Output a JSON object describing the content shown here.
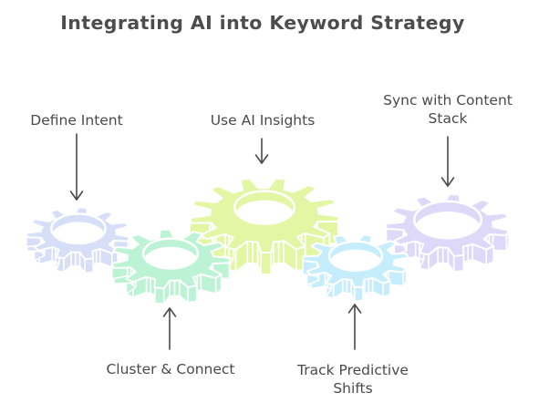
{
  "title": "Integrating AI into Keyword Strategy",
  "colors": {
    "background": "#ffffff",
    "title_text": "#4d4d4d",
    "label_text": "#4a4a4a",
    "arrow": "#4a4a4a",
    "gear_outline": "#ffffff"
  },
  "gears": [
    {
      "id": "define-intent",
      "label": "Define Intent",
      "icon": "gear-icon",
      "color": "#d6def8",
      "label_position": "top",
      "arrow_direction": "down"
    },
    {
      "id": "use-ai-insights",
      "label": "Use AI Insights",
      "icon": "gear-icon",
      "color": "#e3f6a4",
      "label_position": "top",
      "arrow_direction": "down"
    },
    {
      "id": "sync-with-content-stack",
      "label": "Sync with Content Stack",
      "icon": "gear-icon",
      "color": "#ded9f8",
      "label_position": "top",
      "arrow_direction": "down"
    },
    {
      "id": "cluster-and-connect",
      "label": "Cluster & Connect",
      "icon": "gear-icon",
      "color": "#bcf3d4",
      "label_position": "bottom",
      "arrow_direction": "up"
    },
    {
      "id": "track-predictive-shifts",
      "label": "Track Predictive Shifts",
      "icon": "gear-icon",
      "color": "#c6edfb",
      "label_position": "bottom",
      "arrow_direction": "up"
    }
  ]
}
